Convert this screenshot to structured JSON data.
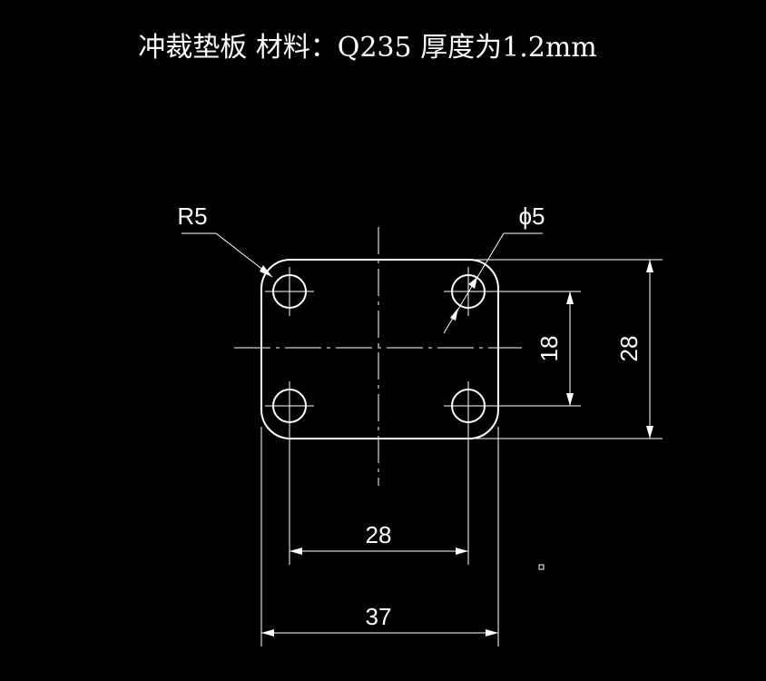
{
  "title": "冲裁垫板   材料：Q235   厚度为1.2mm",
  "labels": {
    "corner_radius": "R5",
    "hole_diameter": "ϕ5",
    "hole_spacing_vertical": "18",
    "plate_height": "28",
    "hole_spacing_horizontal": "28",
    "plate_width": "37"
  },
  "colors": {
    "background": "#000000",
    "lines": "#ffffff"
  }
}
